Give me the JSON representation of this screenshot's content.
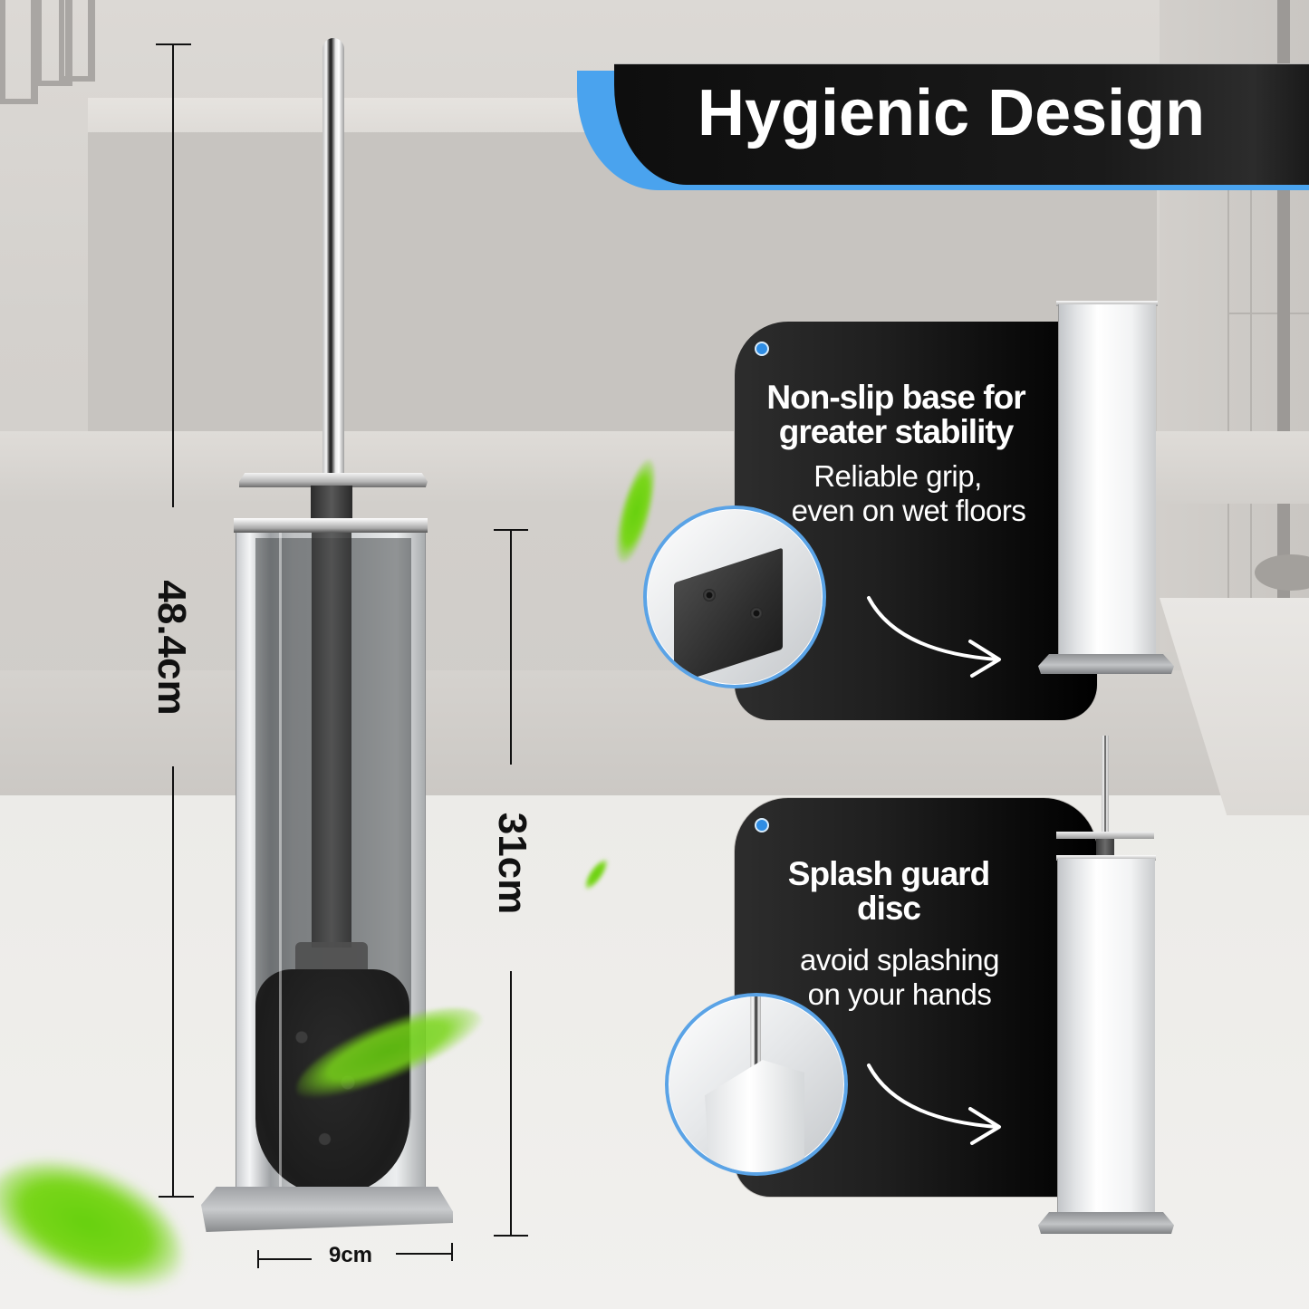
{
  "header": {
    "title": "Hygienic Design"
  },
  "dimensions": {
    "height_total": "48.4cm",
    "height_holder": "31cm",
    "width": "9cm"
  },
  "features": [
    {
      "title_line1": "Non-slip base for",
      "title_line2": "greater stability",
      "sub_line1": "Reliable grip,",
      "sub_line2": "even on wet floors",
      "icon": "non-slip-base-closeup"
    },
    {
      "title_line1": "Splash guard",
      "title_line2": "disc",
      "sub_line1": "avoid splashing",
      "sub_line2": "on your hands",
      "icon": "splash-guard-closeup"
    }
  ],
  "colors": {
    "accent_blue": "#4aa3ee",
    "ribbon_black": "#111111",
    "card_black": "#0a0a0a",
    "leaf_green": "#6fd316",
    "text_white": "#ffffff",
    "dimension_black": "#111111"
  }
}
